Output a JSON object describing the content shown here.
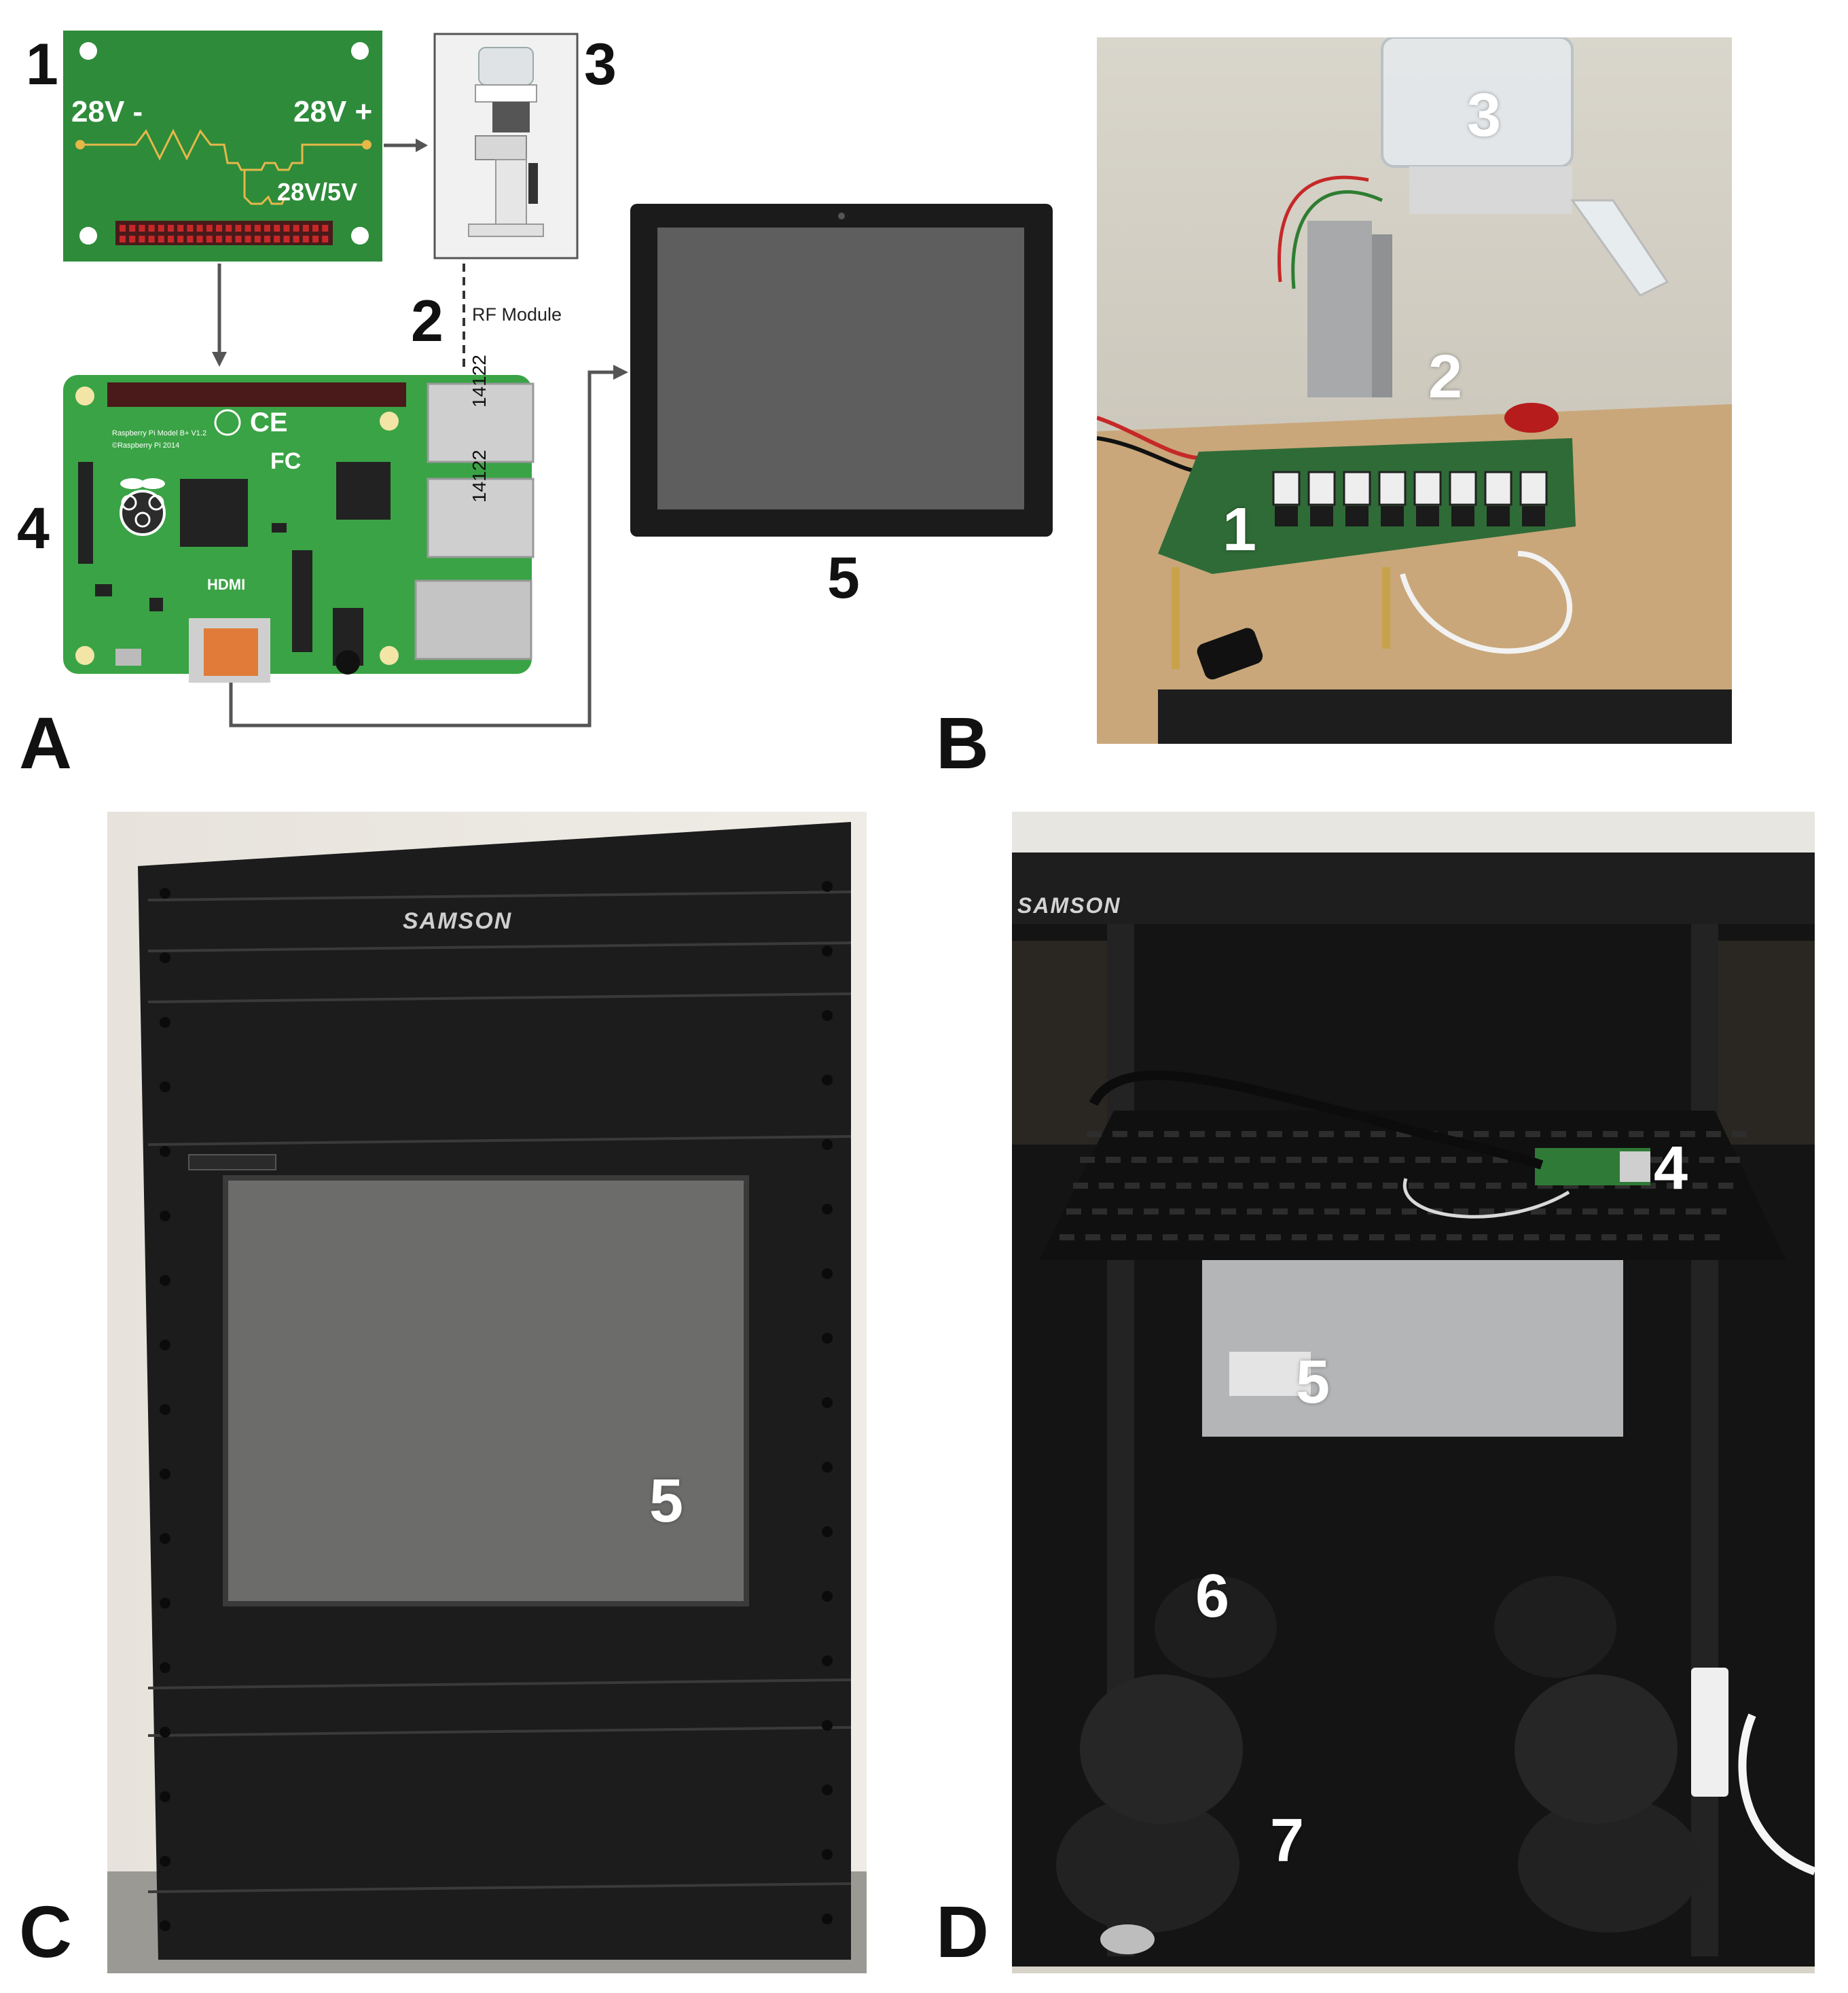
{
  "panel_a": {
    "letter": "A",
    "board_label": "1",
    "voltage_neg": "28V -",
    "voltage_pos": "28V +",
    "converter": "28V/5V",
    "dispenser_label": "3",
    "rf_number": "2",
    "rf_text": "RF Module",
    "pi_label": "4",
    "pi_usb_text_1": "14122",
    "pi_usb_text_2": "14122",
    "pi_hdmi_text": "HDMI",
    "pi_model_text": "Raspberry Pi Model B+ V1.2",
    "pi_copyright_text": "©Raspberry Pi 2014",
    "monitor_label": "5",
    "colors": {
      "board_green": "#2e8b3a",
      "connector_red": "#c62828",
      "screen_grey": "#5e5e5e"
    }
  },
  "panel_b": {
    "letter": "B",
    "n1": "1",
    "n2": "2",
    "n3": "3"
  },
  "panel_c": {
    "letter": "C",
    "brand": "SAMSON",
    "n5": "5"
  },
  "panel_d": {
    "letter": "D",
    "brand": "SAMSON",
    "n4": "4",
    "n5": "5",
    "n6": "6",
    "n7": "7"
  }
}
